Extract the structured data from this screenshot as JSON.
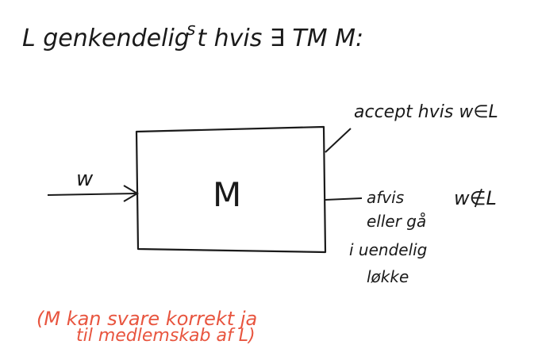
{
  "title": {
    "text": "L genkendelig t hvis ∃ TM M:",
    "superscript": "s"
  },
  "box": {
    "label": "M"
  },
  "input": {
    "label": "w"
  },
  "accept_note": {
    "text": "accept hvis w∈L"
  },
  "reject_note": {
    "lines": [
      "afvis",
      "eller gå",
      "i uendelig",
      "løkke"
    ]
  },
  "not_in_language": {
    "text": "w∉L"
  },
  "remark": {
    "line1": "(M kan svare korrekt ja",
    "line2": "til medlemskab af L)"
  },
  "colors": {
    "ink": "#1a1a1a",
    "remark": "#e8553f",
    "background": "#ffffff"
  }
}
